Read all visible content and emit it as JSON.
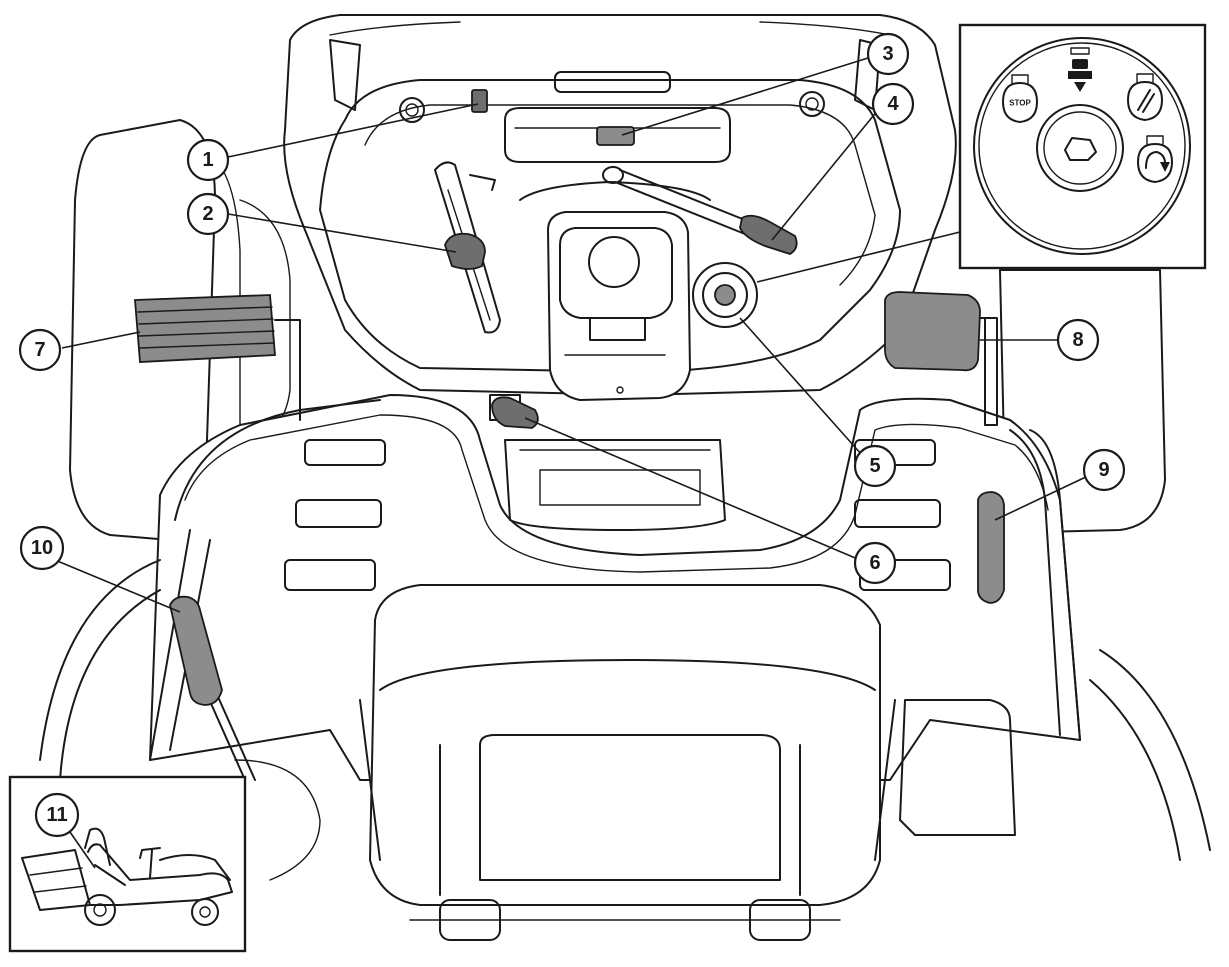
{
  "diagram": {
    "callouts": [
      {
        "id": "1",
        "label": "1"
      },
      {
        "id": "2",
        "label": "2"
      },
      {
        "id": "3",
        "label": "3"
      },
      {
        "id": "4",
        "label": "4"
      },
      {
        "id": "5",
        "label": "5"
      },
      {
        "id": "6",
        "label": "6"
      },
      {
        "id": "7",
        "label": "7"
      },
      {
        "id": "8",
        "label": "8"
      },
      {
        "id": "9",
        "label": "9"
      },
      {
        "id": "10",
        "label": "10"
      },
      {
        "id": "11",
        "label": "11"
      }
    ],
    "ignition_inset": {
      "stop_label": "STOP",
      "icons": [
        "stop-icon",
        "parking-brake-icon",
        "light-icon",
        "start-icon",
        "key-slot-icon"
      ]
    },
    "tractor_inset": {
      "icons": [
        "riding-mower-with-grass-bag-icon"
      ]
    },
    "colors": {
      "line": "#1a1a1a",
      "highlight_grey": "#8c8c8c",
      "background": "#ffffff"
    }
  }
}
